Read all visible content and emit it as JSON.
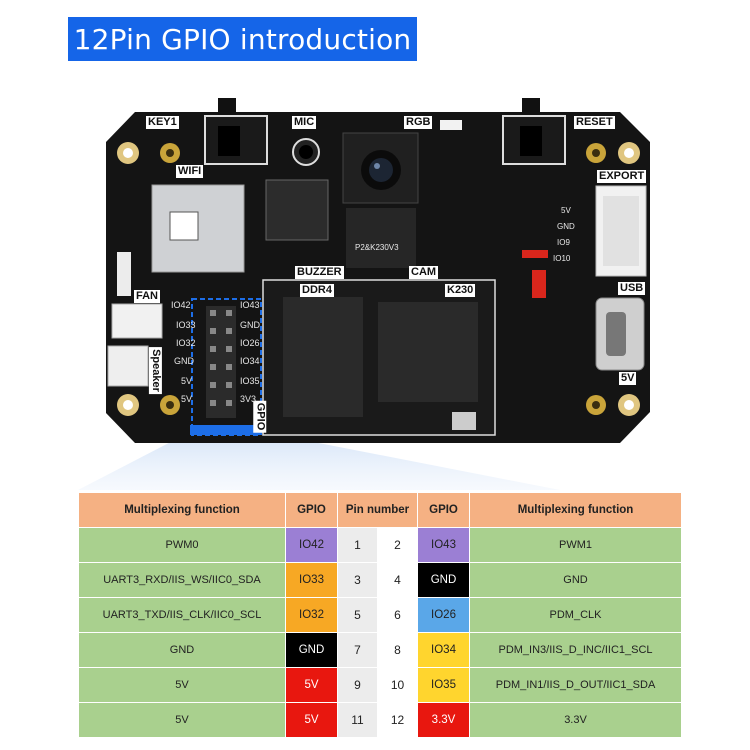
{
  "title": "12Pin GPIO introduction",
  "board_labels": {
    "key1": "KEY1",
    "mic": "MIC",
    "rgb": "RGB",
    "reset": "RESET",
    "wifi": "WIFI",
    "export": "EXPORT",
    "buzzer": "BUZZER",
    "cam": "CAM",
    "ddr4": "DDR4",
    "k230": "K230",
    "fan": "FAN",
    "usb": "USB",
    "speaker": "Speaker",
    "gpio": "GPIO",
    "v5": "5V"
  },
  "silkscreen": {
    "camera_module": "P2&K230V3",
    "export_pins": [
      "5V",
      "GND",
      "IO9",
      "IO10"
    ],
    "header_left": [
      "IO42",
      "IO33",
      "IO32",
      "GND",
      "5V",
      "5V"
    ],
    "header_right": [
      "IO43",
      "GND",
      "IO26",
      "IO34",
      "IO35",
      "3V3"
    ]
  },
  "colors": {
    "title_bg": "#1565e8",
    "header_bg": "#f5b183",
    "func_bg": "#a9d08e",
    "purple": "#9b7fd4",
    "orange": "#f7a824",
    "black": "#000000",
    "blue": "#5aa7e8",
    "yellow": "#ffd52e",
    "red": "#e8170f",
    "highlight": "#1d6ee8"
  },
  "table": {
    "headers": [
      "Multiplexing function",
      "GPIO",
      "Pin number",
      "GPIO",
      "Multiplexing function"
    ],
    "rows": [
      {
        "left_func": "PWM0",
        "left_gpio": "IO42",
        "left_color": "purple",
        "pin_l": "1",
        "pin_r": "2",
        "right_gpio": "IO43",
        "right_color": "purple",
        "right_func": "PWM1"
      },
      {
        "left_func": "UART3_RXD/IIS_WS/IIC0_SDA",
        "left_gpio": "IO33",
        "left_color": "orange",
        "pin_l": "3",
        "pin_r": "4",
        "right_gpio": "GND",
        "right_color": "black",
        "right_func": "GND"
      },
      {
        "left_func": "UART3_TXD/IIS_CLK/IIC0_SCL",
        "left_gpio": "IO32",
        "left_color": "orange",
        "pin_l": "5",
        "pin_r": "6",
        "right_gpio": "IO26",
        "right_color": "blue",
        "right_func": "PDM_CLK"
      },
      {
        "left_func": "GND",
        "left_gpio": "GND",
        "left_color": "black",
        "pin_l": "7",
        "pin_r": "8",
        "right_gpio": "IO34",
        "right_color": "yellow",
        "right_func": "PDM_IN3/IIS_D_INC/IIC1_SCL"
      },
      {
        "left_func": "5V",
        "left_gpio": "5V",
        "left_color": "red",
        "pin_l": "9",
        "pin_r": "10",
        "right_gpio": "IO35",
        "right_color": "yellow",
        "right_func": "PDM_IN1/IIS_D_OUT/IIC1_SDA"
      },
      {
        "left_func": "5V",
        "left_gpio": "5V",
        "left_color": "red",
        "pin_l": "11",
        "pin_r": "12",
        "right_gpio": "3.3V",
        "right_color": "red",
        "right_func": "3.3V"
      }
    ]
  }
}
